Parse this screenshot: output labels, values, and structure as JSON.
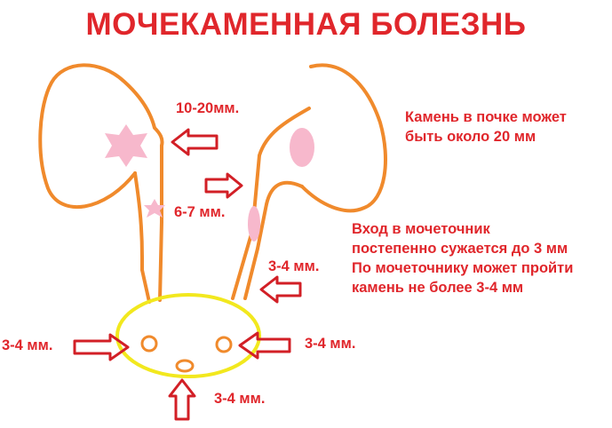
{
  "title": "МОЧЕКАМЕННАЯ БОЛЕЗНЬ",
  "notes": {
    "kidney_stone": [
      "Камень в почке может",
      "быть около 20 мм"
    ],
    "ureter": [
      "Вход в мочеточник",
      "постепенно сужается до 3 мм",
      "По мочеточнику может пройти",
      "камень не более 3-4 мм"
    ]
  },
  "sizes": {
    "kidney": "10-20мм.",
    "ureter_upper": "6-7 мм.",
    "ureter_entry": "3-4 мм.",
    "left_orifice": "3-4 мм.",
    "right_orifice": "3-4 мм.",
    "urethra": "3-4 мм."
  },
  "colors": {
    "text": "#e0262b",
    "organ_outline": "#f08a2c",
    "bladder_outline": "#f2e81e",
    "stone_fill": "#f7b8cc",
    "arrow_stroke": "#d21f26"
  }
}
